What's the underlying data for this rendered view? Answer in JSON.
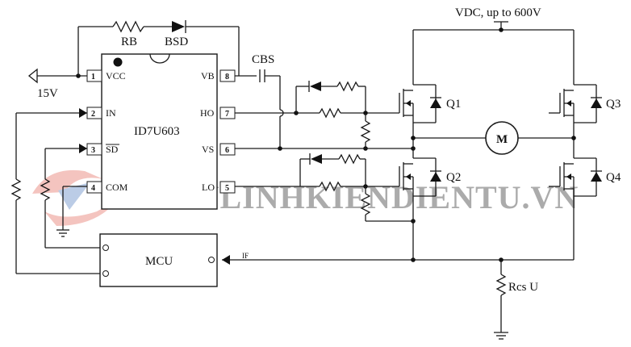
{
  "diagram": {
    "chip": {
      "part": "ID7U603",
      "left_pins": [
        {
          "num": "1",
          "name": "VCC"
        },
        {
          "num": "2",
          "name": "IN"
        },
        {
          "num": "3",
          "name": "SD"
        },
        {
          "num": "4",
          "name": "COM"
        }
      ],
      "right_pins": [
        {
          "num": "8",
          "name": "VB"
        },
        {
          "num": "7",
          "name": "HO"
        },
        {
          "num": "6",
          "name": "VS"
        },
        {
          "num": "5",
          "name": "LO"
        }
      ]
    },
    "labels": {
      "vdc": "VDC, up to 600V",
      "supply": "15V",
      "rb": "RB",
      "bsd": "BSD",
      "cbs": "CBS",
      "mcu": "MCU",
      "if": "IF",
      "rcs": "Rcs U",
      "motor": "M"
    },
    "transistors": [
      "Q1",
      "Q2",
      "Q3",
      "Q4"
    ],
    "watermark": "BANLINHKIENDIENTU.VN",
    "watermark_color": "#3f6fb9"
  }
}
